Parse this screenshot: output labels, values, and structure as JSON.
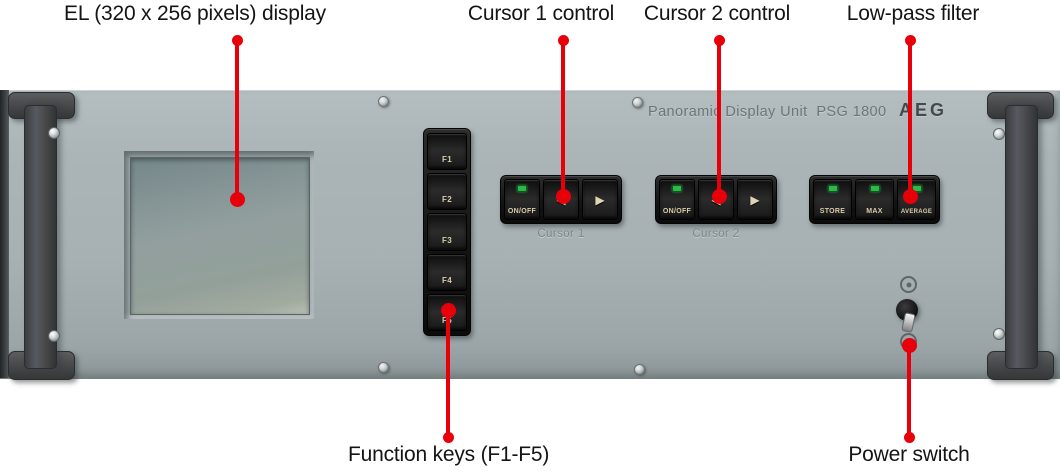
{
  "annotations": {
    "el_display": "EL (320 x 256 pixels) display",
    "cursor1": "Cursor 1 control",
    "cursor2": "Cursor 2 control",
    "lowpass": "Low-pass filter",
    "function_keys": "Function keys (F1-F5)",
    "power_switch": "Power switch"
  },
  "panel": {
    "model_text": "Panoramic Display Unit  PSG 1800",
    "brand": "AEG",
    "function_keys": [
      "F1",
      "F2",
      "F3",
      "F4",
      "F5"
    ],
    "cursor_groups": [
      {
        "caption": "Cursor 1",
        "power_key": "ON/OFF",
        "left_key": "◀",
        "right_key": "▶"
      },
      {
        "caption": "Cursor 2",
        "power_key": "ON/OFF",
        "left_key": "◀",
        "right_key": "▶"
      }
    ],
    "filter_keys": [
      "STORE",
      "MAX",
      "AVERAGE"
    ]
  },
  "colors": {
    "callout_red": "#e70009",
    "panel_gray": "#a7b1b3",
    "key_black": "#1a1a1a",
    "key_text": "#d9cca9",
    "led_green": "#2fb845",
    "screen_green_gray": "#8a9a96",
    "engraved_text": "#6b7577"
  }
}
